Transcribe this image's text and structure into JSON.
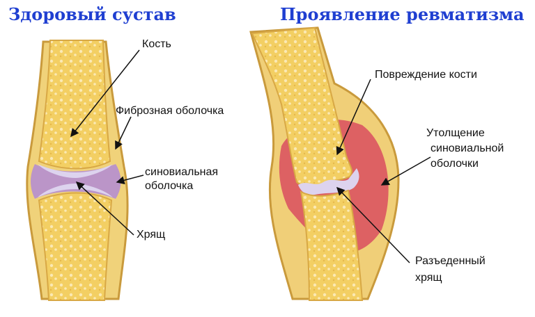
{
  "titles": {
    "healthy": "Здоровый сустав",
    "rheumatism": "Проявление ревматизма"
  },
  "labels": {
    "bone": "Кость",
    "fibrous_capsule": "Фиброзная оболочка",
    "synovial_line1": "синовиальная",
    "synovial_line2": "оболочка",
    "cartilage": "Хрящ",
    "bone_damage": "Повреждение кости",
    "thickening_line1": "Утолщение",
    "thickening_line2": "синовиальной",
    "thickening_line3": "оболочки",
    "eroded_line1": "Разъеденный",
    "eroded_line2": "хрящ"
  },
  "colors": {
    "title": "#1f3fd1",
    "bone": "#f6d66a",
    "bone_dark": "#e3b94a",
    "capsule": "#d9a84a",
    "synovial_healthy": "#b28bd6",
    "synovial_inflamed": "#d94d5f",
    "cartilage": "#ddd3ee"
  }
}
